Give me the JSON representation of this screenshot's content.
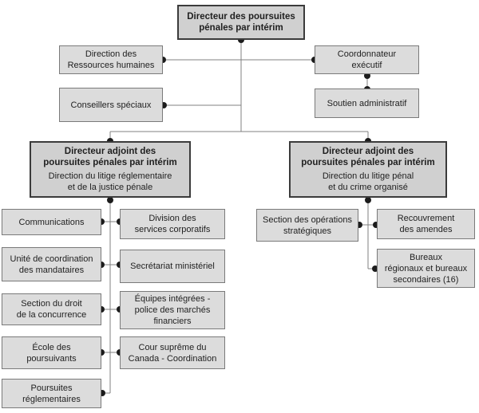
{
  "colors": {
    "background": "#ffffff",
    "box_fill": "#dcdcdc",
    "box_border": "#7a7a7a",
    "emphasis_fill": "#d0d0d0",
    "emphasis_border": "#3b3b3b",
    "connector_line": "#808080",
    "connector_dot": "#1c1c1c",
    "text": "#1f1f1f"
  },
  "org": {
    "root": {
      "title": "Directeur des poursuites\npénales par intérim"
    },
    "staff": {
      "hr": "Direction des\nRessources humaines",
      "advisors": "Conseillers spéciaux",
      "coordinator": "Coordonnateur\nexécutif",
      "admin_support": "Soutien administratif"
    },
    "branch_left": {
      "title": "Directeur adjoint des\npoursuites pénales par intérim",
      "subtitle": "Direction du litige réglementaire\net de la justice pénale",
      "col1": [
        "Communications",
        "Unité de coordination\ndes mandataires",
        "Section du droit\nde la concurrence",
        "École des\npoursuivants",
        "Poursuites\nréglementaires"
      ],
      "col2": [
        "Division des\nservices corporatifs",
        "Secrétariat ministériel",
        "Équipes intégrées -\npolice des marchés\nfinanciers",
        "Cour suprême du\nCanada - Coordination"
      ]
    },
    "branch_right": {
      "title": "Directeur adjoint des\npoursuites pénales par intérim",
      "subtitle": "Direction du litige pénal\net du crime organisé",
      "col1": [
        "Section des opérations\nstratégiques"
      ],
      "col2": [
        "Recouvrement\ndes amendes",
        "Bureaux\nrégionaux et bureaux\nsecondaires (16)"
      ]
    }
  }
}
